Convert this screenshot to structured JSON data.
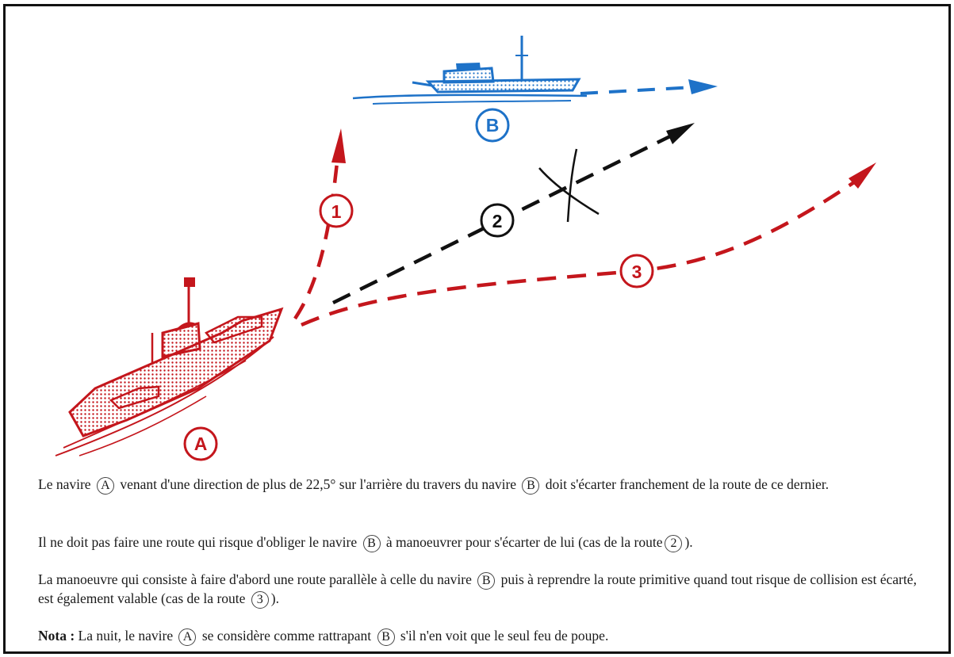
{
  "labels": {
    "ship_a": "A",
    "ship_b": "B",
    "route_1": "1",
    "route_2": "2",
    "route_3": "3"
  },
  "colors": {
    "red": "#c4161c",
    "blue": "#1e72c8",
    "black": "#111111"
  },
  "text": {
    "p1_a": "Le navire",
    "p1_b": "venant d'une direction de plus de 22,5° sur l'arrière du travers du navire",
    "p1_c": "doit s'écarter franchement de la route de ce dernier.",
    "p2_a": "Il ne doit pas faire une route qui risque d'obliger le navire",
    "p2_b": "à manoeuvrer pour s'écarter de lui (cas de la route",
    "p2_c": ").",
    "p3_a": "La manoeuvre qui consiste à faire d'abord une route parallèle à celle du navire",
    "p3_b": "puis à reprendre la route primitive quand tout risque de collision est écarté, est également valable (cas de la route",
    "p3_c": ").",
    "p4_nota": "Nota :",
    "p4_a": "La nuit, le navire",
    "p4_b": "se considère comme rattrapant",
    "p4_c": "s'il n'en voit que le seul feu de poupe."
  }
}
